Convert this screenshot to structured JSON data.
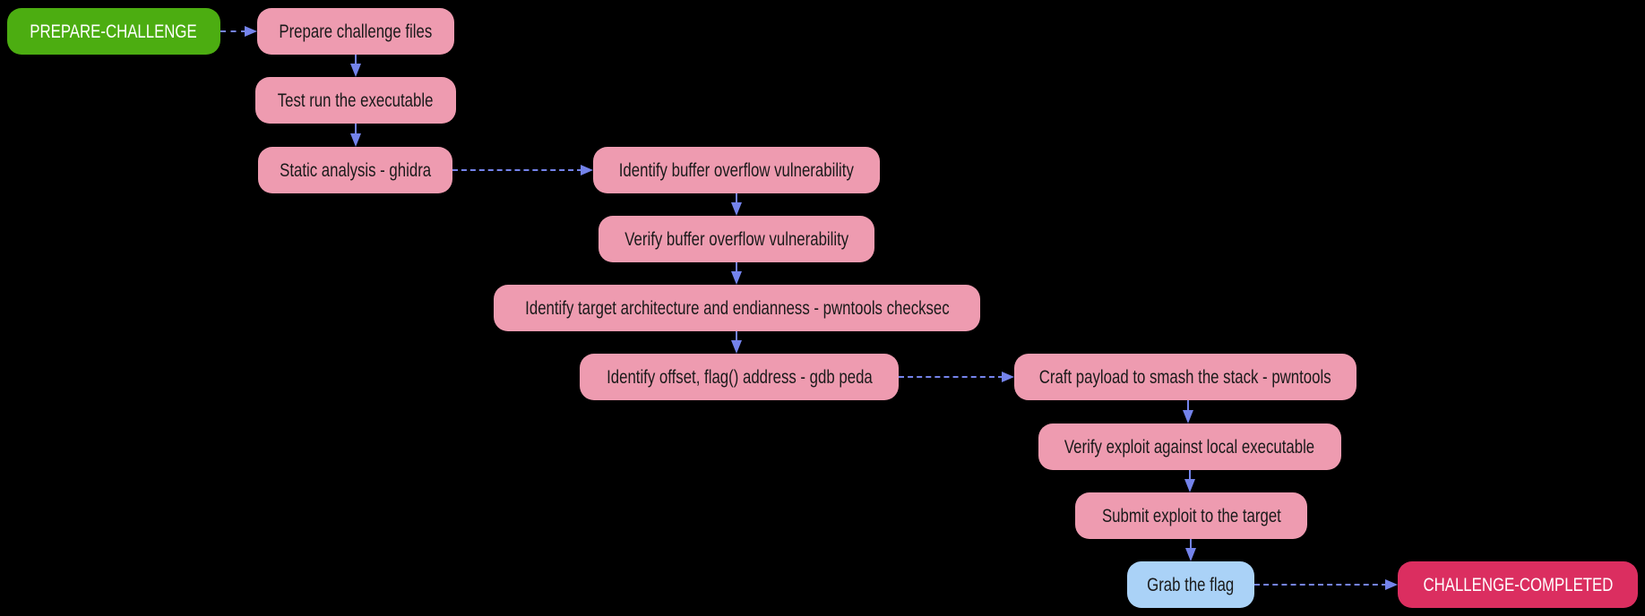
{
  "diagram": {
    "title": "CTF pwn challenge workflow flowchart",
    "background_color": "#000000",
    "edge_color": "#7483eb",
    "colors": {
      "start_fill": "#4cad11",
      "task_fill": "#ee9bb0",
      "final_task_fill": "#aad2f7",
      "end_fill": "#db2e60",
      "task_text": "#1a1a1a",
      "terminal_text": "#ffffff"
    },
    "nodes": [
      {
        "id": "prepare-challenge",
        "label": "PREPARE-CHALLENGE",
        "type": "start"
      },
      {
        "id": "prepare-files",
        "label": "Prepare challenge files",
        "type": "task"
      },
      {
        "id": "test-run",
        "label": "Test run the executable",
        "type": "task"
      },
      {
        "id": "static-analysis",
        "label": "Static analysis - ghidra",
        "type": "task"
      },
      {
        "id": "identify-overflow",
        "label": "Identify buffer overflow vulnerability",
        "type": "task"
      },
      {
        "id": "verify-overflow",
        "label": "Verify buffer overflow vulnerability",
        "type": "task"
      },
      {
        "id": "identify-arch",
        "label": "Identify target architecture and endianness - pwntools checksec",
        "type": "task"
      },
      {
        "id": "identify-offset",
        "label": "Identify offset, flag() address - gdb peda",
        "type": "task"
      },
      {
        "id": "craft-payload",
        "label": "Craft payload to smash the stack - pwntools",
        "type": "task"
      },
      {
        "id": "verify-exploit",
        "label": "Verify exploit against local executable",
        "type": "task"
      },
      {
        "id": "submit-exploit",
        "label": "Submit exploit to the target",
        "type": "task"
      },
      {
        "id": "grab-flag",
        "label": "Grab the flag",
        "type": "final-task"
      },
      {
        "id": "challenge-completed",
        "label": "CHALLENGE-COMPLETED",
        "type": "end"
      }
    ],
    "edges": [
      {
        "from": "prepare-challenge",
        "to": "prepare-files",
        "direction": "horizontal",
        "style": "dashed"
      },
      {
        "from": "prepare-files",
        "to": "test-run",
        "direction": "vertical",
        "style": "solid"
      },
      {
        "from": "test-run",
        "to": "static-analysis",
        "direction": "vertical",
        "style": "solid"
      },
      {
        "from": "static-analysis",
        "to": "identify-overflow",
        "direction": "horizontal",
        "style": "dashed"
      },
      {
        "from": "identify-overflow",
        "to": "verify-overflow",
        "direction": "vertical",
        "style": "solid"
      },
      {
        "from": "verify-overflow",
        "to": "identify-arch",
        "direction": "vertical",
        "style": "solid"
      },
      {
        "from": "identify-arch",
        "to": "identify-offset",
        "direction": "vertical",
        "style": "solid"
      },
      {
        "from": "identify-offset",
        "to": "craft-payload",
        "direction": "horizontal",
        "style": "dashed"
      },
      {
        "from": "craft-payload",
        "to": "verify-exploit",
        "direction": "vertical",
        "style": "solid"
      },
      {
        "from": "verify-exploit",
        "to": "submit-exploit",
        "direction": "vertical",
        "style": "solid"
      },
      {
        "from": "submit-exploit",
        "to": "grab-flag",
        "direction": "vertical",
        "style": "solid"
      },
      {
        "from": "grab-flag",
        "to": "challenge-completed",
        "direction": "horizontal",
        "style": "dashed"
      }
    ]
  }
}
